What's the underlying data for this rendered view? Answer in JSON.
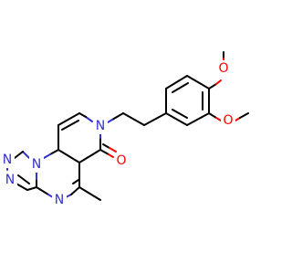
{
  "molecule": {
    "atom_labels": {
      "ome_top_o": "O",
      "ome_mid_o": "O",
      "carbonyl_o": "O",
      "pyridone_n": "N",
      "triazole_n_top": "N",
      "triazole_n_bridge": "N",
      "triazole_n_bottom": "N",
      "pyrimidine_n": "N"
    },
    "colors": {
      "carbon": "#000000",
      "nitrogen": "#3333cc",
      "oxygen": "#ff0000",
      "background": "#ffffff"
    }
  }
}
